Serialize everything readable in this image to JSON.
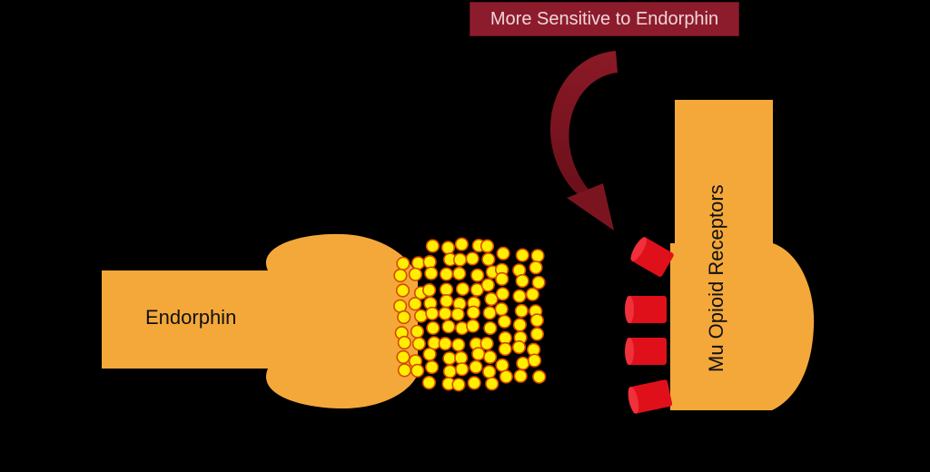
{
  "callout": {
    "text": "More Sensitive to Endorphin"
  },
  "presynaptic": {
    "label": "Endorphin"
  },
  "postsynaptic": {
    "label": "Mu Opioid Receptors"
  },
  "colors": {
    "background": "#000000",
    "neuron": "#f4a83a",
    "vesicle_fill": "#ffee00",
    "vesicle_stroke": "#d64a00",
    "receptor": "#e0101a",
    "callout_bg": "#8c1c2c",
    "arrow": "#7a1520"
  }
}
